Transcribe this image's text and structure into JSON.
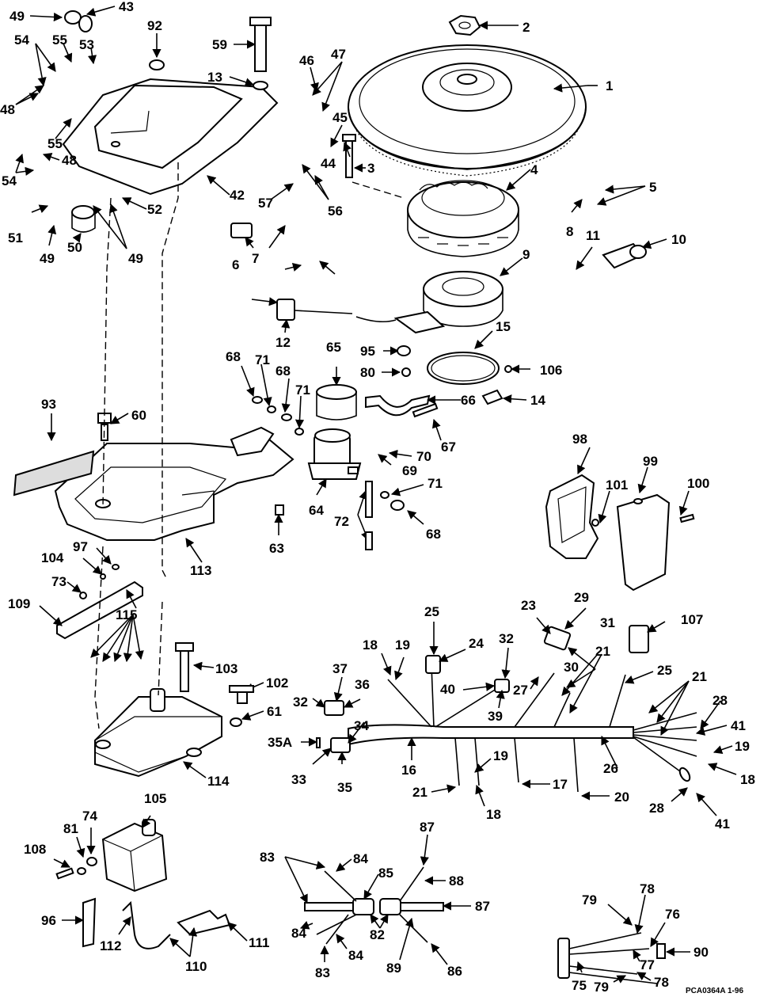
{
  "diagram": {
    "callouts": [
      "1",
      "2",
      "3",
      "4",
      "5",
      "6",
      "7",
      "8",
      "9",
      "10",
      "11",
      "12",
      "13",
      "14",
      "15",
      "16",
      "17",
      "18",
      "19",
      "20",
      "21",
      "23",
      "24",
      "25",
      "26",
      "27",
      "28",
      "29",
      "30",
      "31",
      "32",
      "33",
      "34",
      "35",
      "35A",
      "36",
      "37",
      "39",
      "40",
      "41",
      "42",
      "43",
      "44",
      "45",
      "46",
      "47",
      "48",
      "49",
      "50",
      "51",
      "52",
      "53",
      "54",
      "55",
      "56",
      "57",
      "59",
      "60",
      "61",
      "63",
      "64",
      "65",
      "66",
      "67",
      "68",
      "69",
      "70",
      "71",
      "72",
      "73",
      "74",
      "75",
      "76",
      "77",
      "78",
      "79",
      "80",
      "81",
      "82",
      "83",
      "84",
      "85",
      "86",
      "87",
      "88",
      "89",
      "90",
      "92",
      "93",
      "95",
      "96",
      "97",
      "98",
      "99",
      "100",
      "101",
      "102",
      "103",
      "104",
      "105",
      "106",
      "107",
      "108",
      "109",
      "110",
      "111",
      "112",
      "113",
      "114",
      "115"
    ],
    "footer_code": "PCA0364A   1-96"
  }
}
